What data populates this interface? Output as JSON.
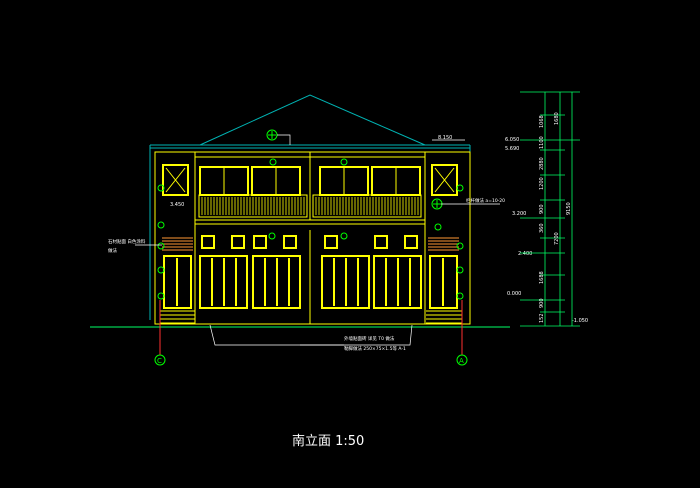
{
  "drawing": {
    "title": "南立面 1:50",
    "colors": {
      "background": "#000000",
      "wall": "#ffff00",
      "roof": "#00b3b3",
      "dimension": "#00ff66",
      "callout": "#00ff00",
      "leader": "#ffffff",
      "axis": "#ff3030"
    },
    "elevations": [
      "8.150",
      "6.050",
      "5.690",
      "3.450",
      "3.200",
      "2.400",
      "0.000",
      "-1.050"
    ],
    "right_dims_inner": [
      "1068",
      "1100",
      "1200",
      "2880",
      "900",
      "360",
      "1688",
      "900",
      "152"
    ],
    "right_dims_outer": [
      "1680",
      "7200"
    ],
    "right_dim_total": "9150",
    "left_notes": [
      "石材贴面 白色涂料",
      "做法"
    ],
    "mid_note_right": "栏杆做法 a=10-20",
    "bottom_notes": [
      "外墙贴面砖 详见 T0 做法",
      "勒脚做法 250×75×1.5等 A-1"
    ],
    "axes": [
      "C",
      "A"
    ]
  }
}
